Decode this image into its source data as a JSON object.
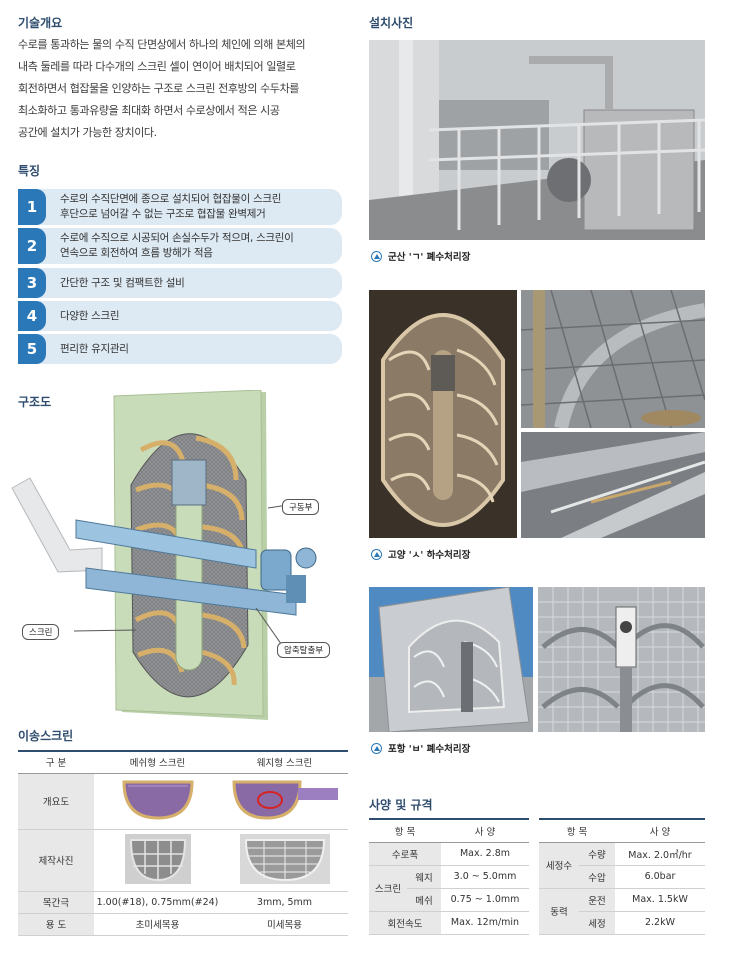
{
  "overview": {
    "title": "기술개요",
    "lines": [
      "수로를 통과하는 물의 수직 단면상에서 하나의 체인에 의해 본체의",
      "내측 둘레를 따라 다수개의 스크린 셀이 연이어 배치되어 일렬로",
      "회전하면서 협잡물을 인양하는 구조로 스크린 전후방의 수두차를",
      "최소화하고 통과유량을 최대화 하면서 수로상에서 적은 시공",
      "공간에 설치가 가능한 장치이다."
    ]
  },
  "features": {
    "title": "특징",
    "items": [
      {
        "num": "1",
        "line1": "수로의 수직단면에 종으로 설치되어 협잡물이 스크린",
        "line2": "후단으로 넘어갈 수 없는 구조로 협잡물 완벽제거"
      },
      {
        "num": "2",
        "line1": "수로에 수직으로 시공되어 손실수두가 적으며, 스크린이",
        "line2": "연속으로 회전하여 흐름 방해가 적음"
      },
      {
        "num": "3",
        "line1": "간단한 구조 및 컴팩트한 설비",
        "line2": ""
      },
      {
        "num": "4",
        "line1": "다양한 스크린",
        "line2": ""
      },
      {
        "num": "5",
        "line1": "편리한 유지관리",
        "line2": ""
      }
    ]
  },
  "structure": {
    "title": "구조도",
    "callouts": {
      "drive": "구동부",
      "screen": "스크린",
      "discharge": "압축탈출부"
    }
  },
  "screens": {
    "title": "이송스크린",
    "headers": [
      "구 분",
      "메쉬형 스크린",
      "웨지형 스크린"
    ],
    "rows": [
      {
        "label": "개요도",
        "a": "",
        "b": ""
      },
      {
        "label": "제작사진",
        "a": "",
        "b": ""
      },
      {
        "label": "목간극",
        "a": "1.00(#18), 0.75mm(#24)",
        "b": "3mm, 5mm"
      },
      {
        "label": "용 도",
        "a": "초미세목용",
        "b": "미세목용"
      }
    ]
  },
  "install": {
    "title": "설치사진",
    "captions": [
      "군산 'ㄱ' 폐수처리장",
      "고양 'ㅅ' 하수처리장",
      "포항 'ㅂ' 폐수처리장"
    ]
  },
  "spec": {
    "title": "사양 및 규격",
    "headers": [
      "항 목",
      "사 양",
      "항 목",
      "사 양"
    ],
    "left": {
      "width_label": "수로폭",
      "width_value": "Max. 2.8m",
      "screen_label": "스크린",
      "wedge_label": "웨지",
      "wedge_value": "3.0 ~ 5.0mm",
      "mesh_label": "메쉬",
      "mesh_value": "0.75 ~ 1.0mm",
      "speed_label": "회전속도",
      "speed_value": "Max. 12m/min"
    },
    "right": {
      "wash_label": "세정수",
      "flow_label": "수량",
      "flow_value": "Max. 2.0㎥/hr",
      "pressure_label": "수압",
      "pressure_value": "6.0bar",
      "power_label": "동력",
      "run_label": "운전",
      "run_value": "Max. 1.5kW",
      "clean_label": "세정",
      "clean_value": "2.2kW"
    }
  },
  "colors": {
    "accent": "#2a78b8",
    "title": "#2f4d6e",
    "frame": "#c9dcb9",
    "wood": "#d6b06a"
  }
}
